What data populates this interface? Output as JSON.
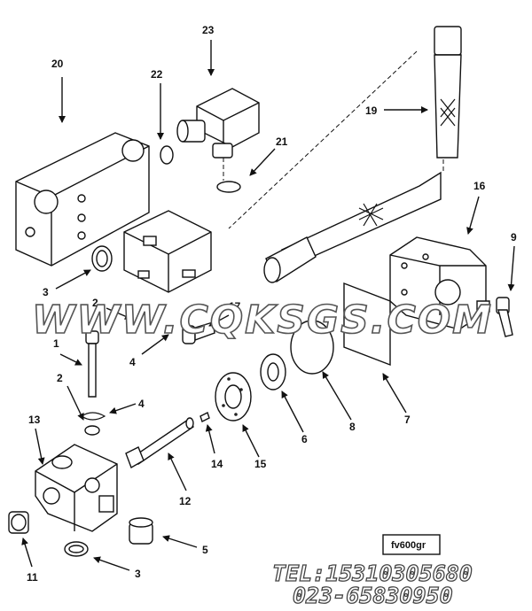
{
  "diagram": {
    "figure_code": "fv600gr",
    "watermark": "WWW.CQKSGS.COM",
    "contact_tel": "TEL:15310305680",
    "contact_phone": "023-65830950",
    "callouts": {
      "c20": "20",
      "c23": "23",
      "c22": "22",
      "c21": "21",
      "c19": "19",
      "c16": "16",
      "c9": "9",
      "c3a": "3",
      "c2a": "2",
      "c17": "17",
      "c1": "1",
      "c4a": "4",
      "c2b": "2",
      "c4b": "4",
      "c13": "13",
      "c14": "14",
      "c15": "15",
      "c6": "6",
      "c8": "8",
      "c7": "7",
      "c12": "12",
      "c5": "5",
      "c11": "11",
      "c3b": "3"
    }
  }
}
